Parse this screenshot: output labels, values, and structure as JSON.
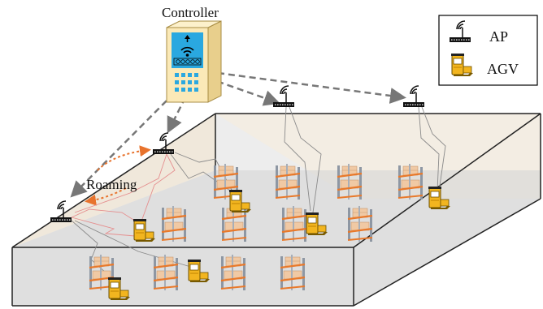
{
  "controller": {
    "label": "Controller",
    "body_color": "#fbe9b7",
    "screen_color": "#2aa8e0",
    "icon": "wifi-arrow-screen-icon"
  },
  "roaming": {
    "label": "Roaming",
    "arrow_color": "#e8732d"
  },
  "legend": {
    "items": [
      {
        "label": "AP",
        "icon": "access-point-icon"
      },
      {
        "label": "AGV",
        "icon": "agv-robot-icon"
      }
    ]
  },
  "colors": {
    "wired_link": "#777777",
    "wifi_link_primary": "#e58f8f",
    "wifi_link_secondary": "#8a8a8a",
    "agv_body": "#f2b51f",
    "rack_post": "#8e97a3",
    "rack_shelf": "#e8792b",
    "box": "#f0c9a4"
  }
}
